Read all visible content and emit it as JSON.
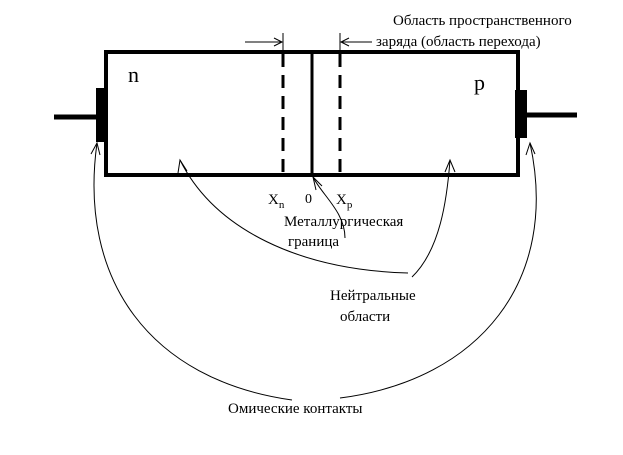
{
  "regions": {
    "n_label": "n",
    "p_label": "p"
  },
  "axis_marks": {
    "xn_main": "X",
    "xn_sub": "n",
    "zero": "0",
    "xp_main": "X",
    "xp_sub": "p"
  },
  "annotations": {
    "space_charge_line1": "Область пространственного",
    "space_charge_line2": "заряда (область перехода)",
    "metallurgical_line1": "Металлургическая",
    "metallurgical_line2": "граница",
    "neutral_line1": "Нейтральные",
    "neutral_line2": "области",
    "ohmic": "Омические контакты"
  }
}
